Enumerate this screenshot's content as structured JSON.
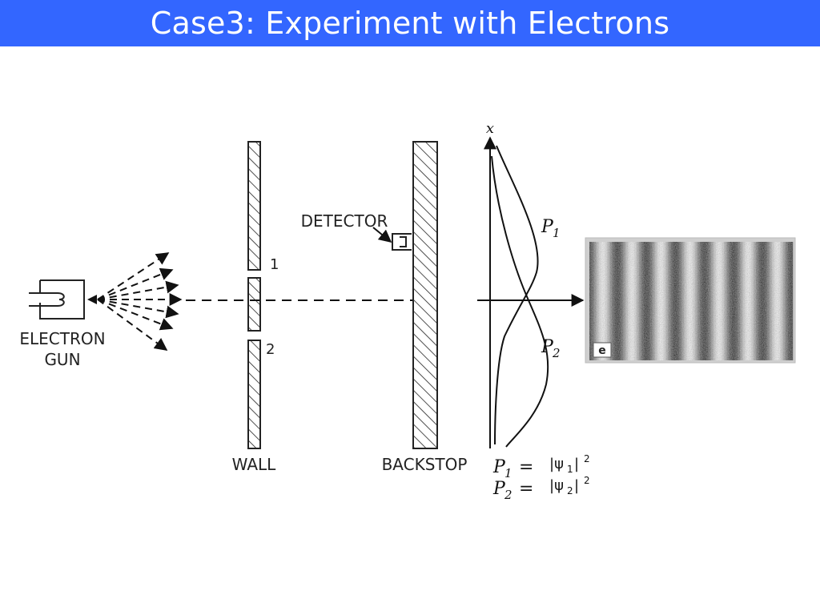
{
  "slide": {
    "title": "Case3: Experiment with Electrons",
    "title_bg": "#3366ff"
  },
  "diagram": {
    "labels": {
      "gun_line1": "ELECTRON",
      "gun_line2": "GUN",
      "wall": "WALL",
      "backstop": "BACKSTOP",
      "detector": "DETECTOR",
      "slit1": "1",
      "slit2": "2",
      "axis_x": "x",
      "p1": "P",
      "p1_sub": "1",
      "p2": "P",
      "p2_sub": "2"
    },
    "equations": [
      {
        "lhs": "P",
        "lhs_sub": "1",
        "eq": "=",
        "psi": "|ψ",
        "psi_sub": "1",
        "close": "|",
        "exp": "2"
      },
      {
        "lhs": "P",
        "lhs_sub": "2",
        "eq": "=",
        "psi": "|ψ",
        "psi_sub": "2",
        "close": "|",
        "exp": "2"
      }
    ],
    "pattern": {
      "label": "e",
      "dark": "#2a2a2a",
      "light": "#f0f0f0"
    }
  }
}
